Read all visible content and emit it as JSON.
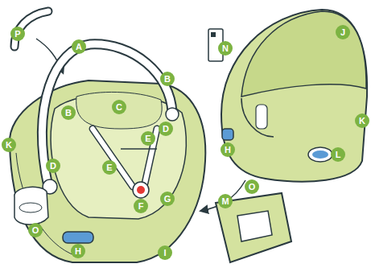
{
  "diagram": {
    "labels": [
      "P",
      "A",
      "B",
      "B",
      "C",
      "D",
      "D",
      "E",
      "E",
      "F",
      "G",
      "H",
      "I",
      "K",
      "O",
      "N",
      "J",
      "K",
      "H",
      "L",
      "M",
      "O"
    ]
  }
}
